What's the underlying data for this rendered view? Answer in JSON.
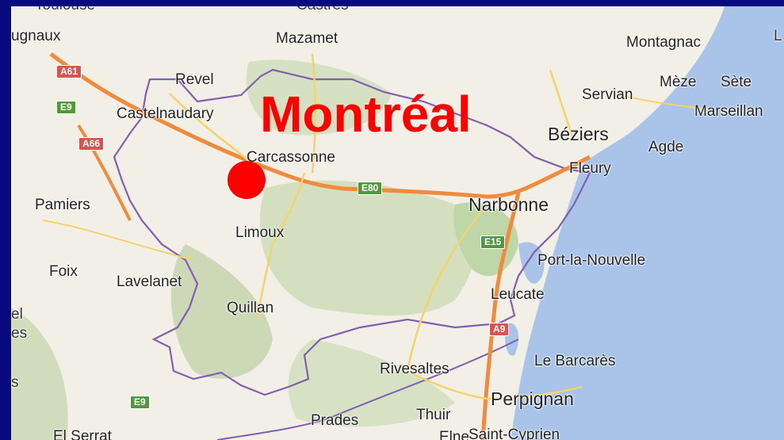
{
  "map": {
    "title": "Montréal",
    "places": {
      "toulouse_cut": "Toulouse",
      "castres_cut": "Castres",
      "lugnaux": "ugnaux",
      "mazamet": "Mazamet",
      "montagnac": "Montagnac",
      "revel": "Revel",
      "servian": "Servian",
      "meze": "Mèze",
      "sete": "Sète",
      "castelnaudary": "Castelnaudary",
      "marseillan": "Marseillan",
      "beziers": "Béziers",
      "agde": "Agde",
      "carcassonne": "Carcassonne",
      "fleury": "Fleury",
      "pamiers": "Pamiers",
      "narbonne": "Narbonne",
      "limoux": "Limoux",
      "port_la_nouvelle": "Port-la-Nouvelle",
      "foix": "Foix",
      "lavelanet": "Lavelanet",
      "leucate": "Leucate",
      "quillan": "Quillan",
      "el_cut": "el",
      "es_cut": "es",
      "s_cut": "s",
      "rivesaltes": "Rivesaltes",
      "le_barcares": "Le Barcarès",
      "perpignan": "Perpignan",
      "prades": "Prades",
      "thuir": "Thuir",
      "el_serrat": "El Serrat",
      "elne": "Elne",
      "saint_cyprien": "Saint-Cyprien",
      "l_cut": "L"
    },
    "roads": {
      "a61": "A61",
      "a66": "A66",
      "e9_top": "E9",
      "e80": "E80",
      "e15": "E15",
      "a9": "A9",
      "e9_bottom": "E9"
    },
    "colors": {
      "title": "#ff0000",
      "marker": "#ff0000",
      "frame": "#0a0a80",
      "sea": "#a9c4e8",
      "land": "#f2efe6",
      "forest": "#c9d9b0",
      "boundary": "#8060b0",
      "motorway": "#f08a3c"
    }
  }
}
